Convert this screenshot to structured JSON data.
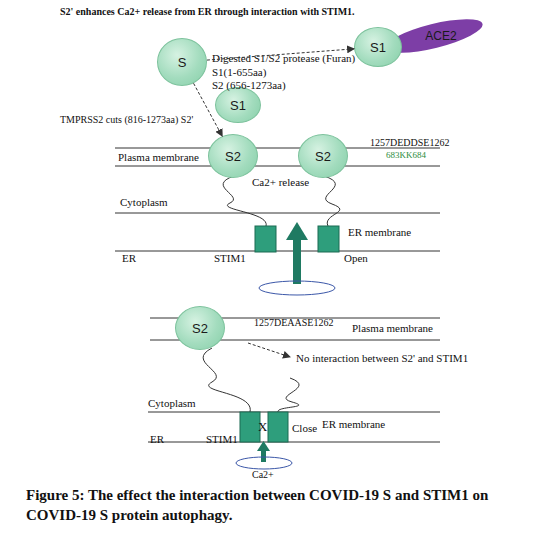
{
  "diagram": {
    "title": "S2' enhances Ca2+ release from ER through interaction with STIM1.",
    "caption": "Figure 5: The effect the interaction between COVID-19 S and STIM1 on COVID-19 S protein autophagy.",
    "nodes": [
      {
        "text": [
          "S"
        ]
      },
      {
        "text": [
          "S1"
        ]
      },
      {
        "text": [
          "ACE2"
        ]
      },
      {
        "text": [
          "S1"
        ]
      },
      {
        "text": [
          "S2"
        ]
      },
      {
        "text": [
          "S2"
        ]
      },
      {
        "text": [
          "S2"
        ]
      }
    ],
    "edges": [
      {
        "from": 0,
        "to": 1,
        "arrow": "to"
      },
      {
        "from": 0,
        "to": 4,
        "arrow": "to"
      }
    ],
    "labels": [
      "Digested S1/S2 protease (Furan)",
      "S1(1-655aa)",
      "S2 (656-1273aa)",
      "TMPRSS2 cuts (816-1273aa) S2'",
      "Plasma membrane",
      "1257DEDDSE1262",
      "683KK684",
      "Ca2+ release",
      "Cytoplasm",
      "ER membrane",
      "ER",
      "STIM1",
      "Open",
      "1257DEAASE1262",
      "Plasma membrane",
      "No interaction between S2' and STIM1",
      "Cytoplasm",
      "ER membrane",
      "ER",
      "STIM1",
      "X",
      "Close",
      "Ca2+"
    ]
  }
}
